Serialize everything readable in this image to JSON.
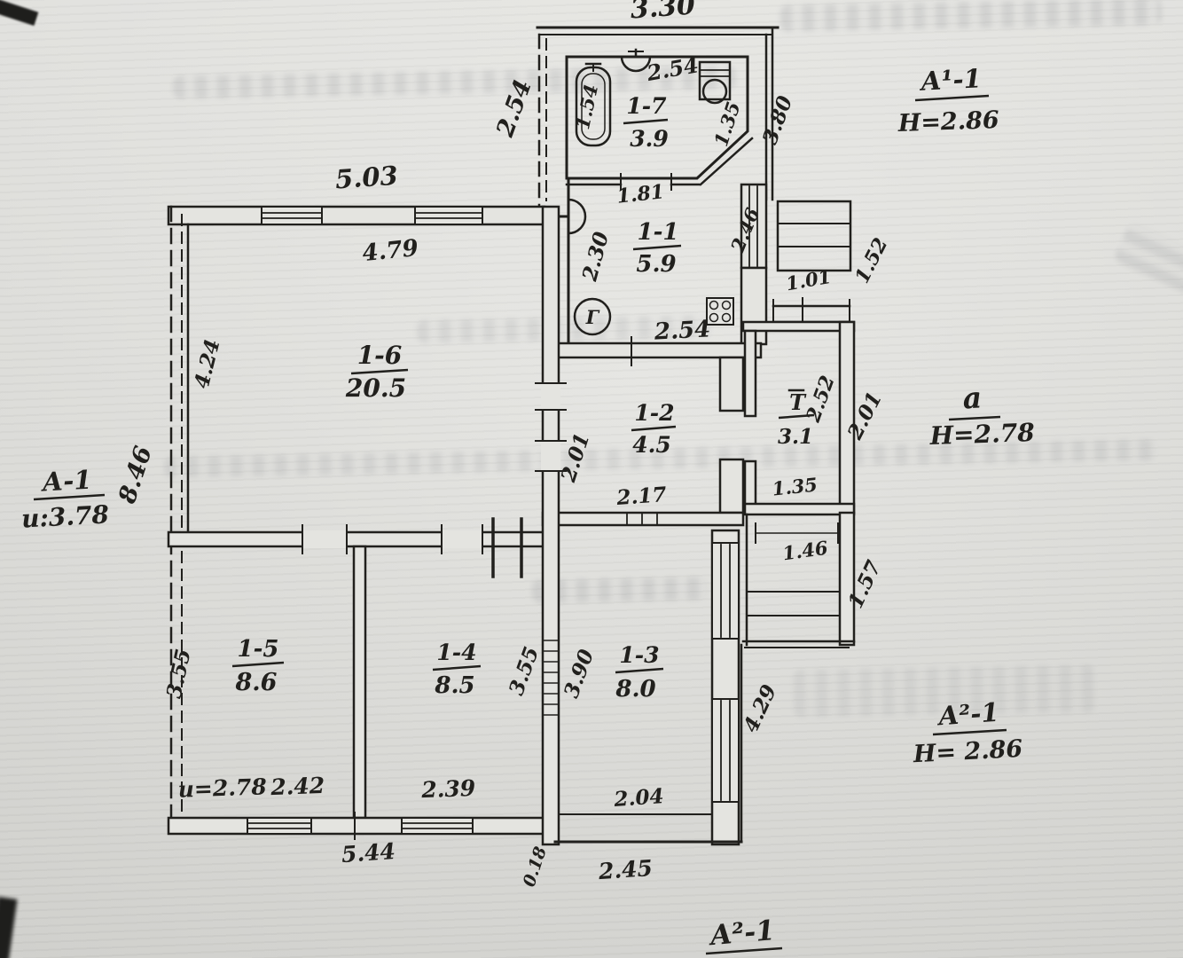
{
  "colors": {
    "ink": "#21201d",
    "paper": "#e4e4e0"
  },
  "rooms": {
    "r17": {
      "id": "1-7",
      "area": "3.9"
    },
    "r11": {
      "id": "1-1",
      "area": "5.9"
    },
    "r12": {
      "id": "1-2",
      "area": "4.5"
    },
    "rt": {
      "id": "Т",
      "area": "3.1"
    },
    "r16": {
      "id": "1-6",
      "area": "20.5"
    },
    "r15": {
      "id": "1-5",
      "area": "8.6"
    },
    "r14": {
      "id": "1-4",
      "area": "8.5"
    },
    "r13": {
      "id": "1-3",
      "area": "8.0"
    }
  },
  "dims": {
    "d330": "3.30",
    "d254a": "2.54",
    "d154": "1.54",
    "d254b": "2.54",
    "d135a": "1.35",
    "d380": "3.80",
    "d181": "1.81",
    "d230": "2.30",
    "d246": "2.46",
    "d254c": "2.54",
    "d101": "1.01",
    "d152": "1.52",
    "d252": "2.52",
    "d201r": "2.01",
    "d135b": "1.35",
    "d146": "1.46",
    "d157": "1.57",
    "d429": "4.29",
    "d503": "5.03",
    "d479": "4.79",
    "d424": "4.24",
    "d846": "8.46",
    "d201l": "2.01",
    "d217": "2.17",
    "d355l": "3.55",
    "d278": "и=2.78",
    "d242": "2.42",
    "d239": "2.39",
    "d355r": "3.55",
    "d390": "3.90",
    "d204": "2.04",
    "d544": "5.44",
    "d018": "0.18",
    "d245": "2.45"
  },
  "annotations": {
    "lit_a1": {
      "title": "А-1",
      "sub": "и:3.78"
    },
    "lit_a11": {
      "title": "А¹-1",
      "sub": "Н=2.86"
    },
    "lit_a": {
      "title": "а",
      "sub": "Н=2.78"
    },
    "lit_a21": {
      "title": "А²-1",
      "sub": "Н= 2.86"
    },
    "lit_a21b": {
      "title": "А²-1"
    }
  },
  "symbols": {
    "gas": "Г"
  }
}
